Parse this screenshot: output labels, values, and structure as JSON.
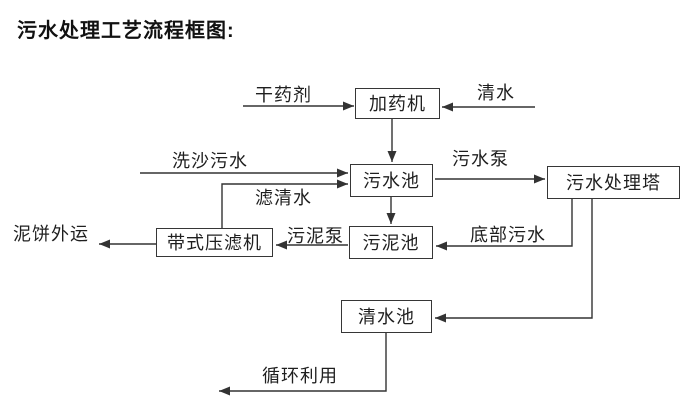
{
  "title": "污水处理工艺流程框图:",
  "diagram": {
    "nodes": {
      "dosing_machine": "加药机",
      "sewage_pool": "污水池",
      "sewage_treatment_tower": "污水处理塔",
      "belt_filter_press": "带式压滤机",
      "sludge_pool": "污泥池",
      "clear_water_pool": "清水池"
    },
    "edge_labels": {
      "dry_agent": "干药剂",
      "clear_water": "清水",
      "sand_washing_sewage": "洗沙污水",
      "sewage_pump": "污水泵",
      "filtered_water": "滤清水",
      "mud_cake_outbound": "泥饼外运",
      "sludge_pump": "污泥泵",
      "bottom_sewage": "底部污水",
      "recycle_reuse": "循环利用"
    },
    "colors": {
      "line": "#333333",
      "text": "#1f1f1f",
      "background": "#ffffff"
    }
  }
}
